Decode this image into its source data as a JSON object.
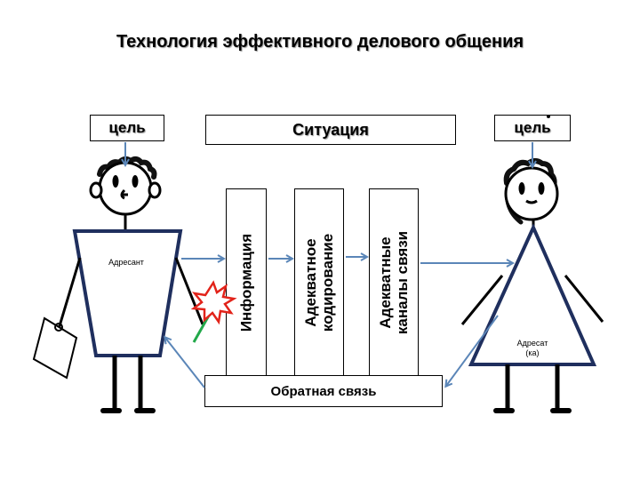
{
  "title": "Технология эффективного делового общения",
  "goal_left": "цель",
  "goal_right": "цель",
  "situation": "Ситуация",
  "columns": {
    "information": "Информация",
    "coding_line1": "Адекватное",
    "coding_line2": "кодирование",
    "channels_line1": "Адекватные",
    "channels_line2": "каналы связи"
  },
  "feedback": "Обратная связь",
  "sender": "Адресант",
  "receiver_line1": "Адресат",
  "receiver_line2": "(ка)",
  "colors": {
    "arrow": "#5b86b8",
    "figure_outline": "#1f2f5e",
    "flower": "#e2231a",
    "stem": "#22a84a"
  }
}
